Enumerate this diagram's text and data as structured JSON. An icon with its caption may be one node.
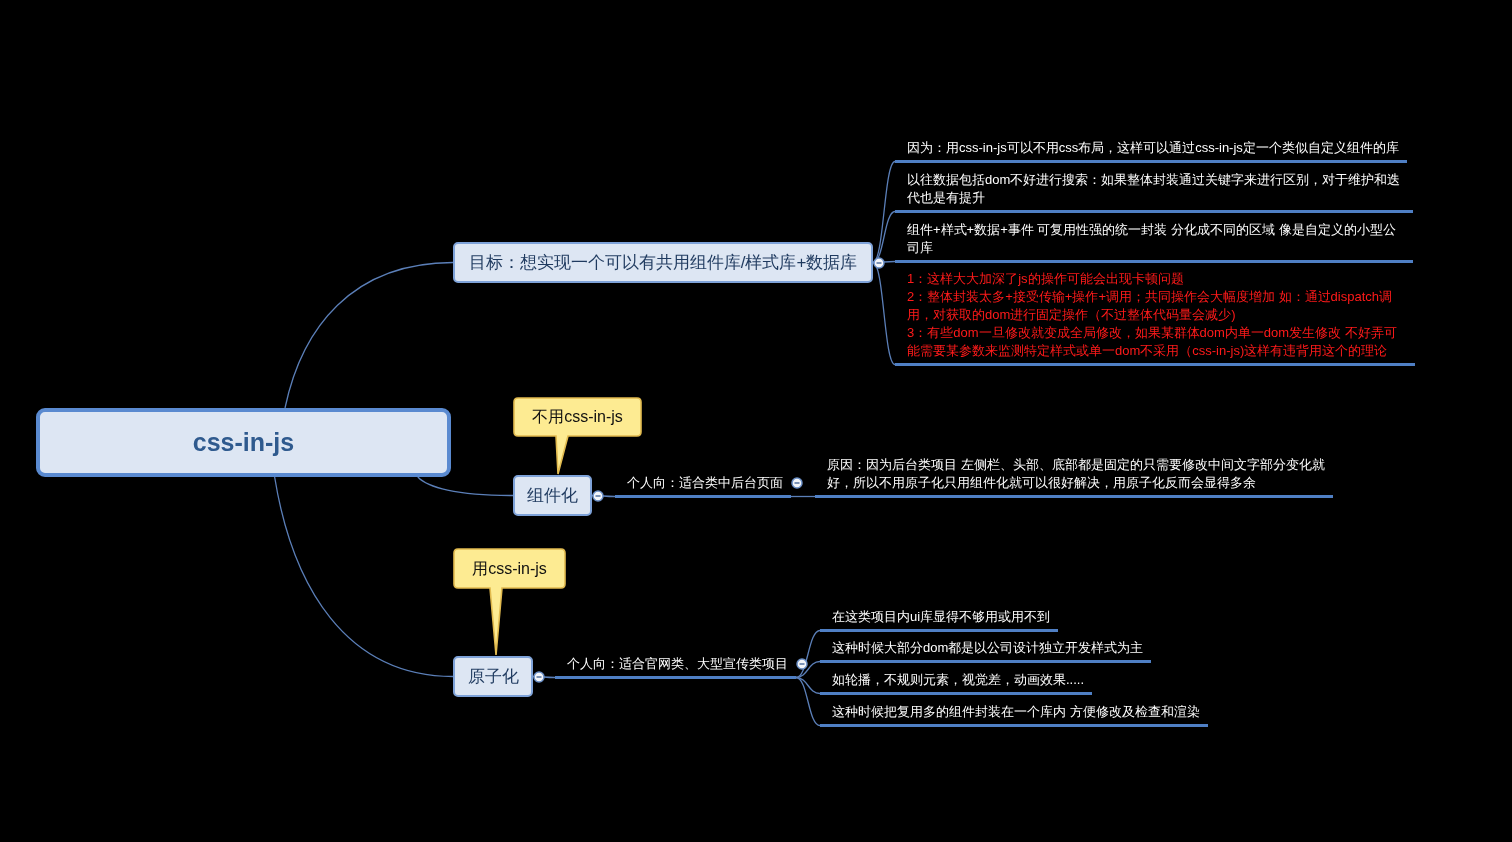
{
  "diagram": {
    "nodes": [
      {
        "text": [
          "css-in-js"
        ]
      },
      {
        "text": [
          "目标：想实现一个可以有共用组件库/样式库+数据库"
        ]
      },
      {
        "text": [
          "因为：用css-in-js可以不用css布局，这样可以通过css-in-js定一个类似自定义组件的库"
        ]
      },
      {
        "text": [
          "以往数据包括dom不好进行搜索：如果整体封装通过关键字来进行区别，对于维护和迭代也是有提升"
        ]
      },
      {
        "text": [
          "组件+样式+数据+事件 可复用性强的统一封装 分化成不同的区域 像是自定义的小型公司库"
        ]
      },
      {
        "text": [
          "1：这样大大加深了js的操作可能会出现卡顿问题",
          "2：整体封装太多+接受传输+操作+调用；共同操作会大幅度增加 如：通过dispatch调用，对获取的dom进行固定操作（不过整体代码量会减少)",
          "3：有些dom一旦修改就变成全局修改，如果某群体dom内单一dom发生修改 不好弄可能需要某参数来监测特定样式或单一dom不采用（css-in-js)这样有违背用这个的理论"
        ]
      },
      {
        "text": [
          "不用css-in-js"
        ]
      },
      {
        "text": [
          "组件化"
        ]
      },
      {
        "text": [
          "个人向：适合类中后台页面"
        ]
      },
      {
        "text": [
          "原因：因为后台类项目 左侧栏、头部、底部都是固定的只需要修改中间文字部分变化就好，所以不用原子化只用组件化就可以很好解决，用原子化反而会显得多余"
        ]
      },
      {
        "text": [
          "用css-in-js"
        ]
      },
      {
        "text": [
          "原子化"
        ]
      },
      {
        "text": [
          "个人向：适合官网类、大型宣传类项目"
        ]
      },
      {
        "text": [
          "在这类项目内ui库显得不够用或用不到"
        ]
      },
      {
        "text": [
          "这种时候大部分dom都是以公司设计独立开发样式为主"
        ]
      },
      {
        "text": [
          "如轮播，不规则元素，视觉差，动画效果....."
        ]
      },
      {
        "text": [
          "这种时候把复用多的组件封装在一个库内 方便修改及检查和渲染"
        ]
      }
    ],
    "edges": [
      {
        "from": 0,
        "to": 1,
        "arrow": "none"
      },
      {
        "from": 0,
        "to": 7,
        "arrow": "none"
      },
      {
        "from": 0,
        "to": 11,
        "arrow": "none"
      },
      {
        "from": 1,
        "to": 2,
        "arrow": "none"
      },
      {
        "from": 1,
        "to": 3,
        "arrow": "none"
      },
      {
        "from": 1,
        "to": 4,
        "arrow": "none"
      },
      {
        "from": 1,
        "to": 5,
        "arrow": "none"
      },
      {
        "from": 7,
        "to": 8,
        "arrow": "none"
      },
      {
        "from": 8,
        "to": 9,
        "arrow": "none"
      },
      {
        "from": 11,
        "to": 12,
        "arrow": "none"
      },
      {
        "from": 12,
        "to": 13,
        "arrow": "none"
      },
      {
        "from": 12,
        "to": 14,
        "arrow": "none"
      },
      {
        "from": 12,
        "to": 15,
        "arrow": "none"
      },
      {
        "from": 12,
        "to": 16,
        "arrow": "none"
      }
    ]
  }
}
